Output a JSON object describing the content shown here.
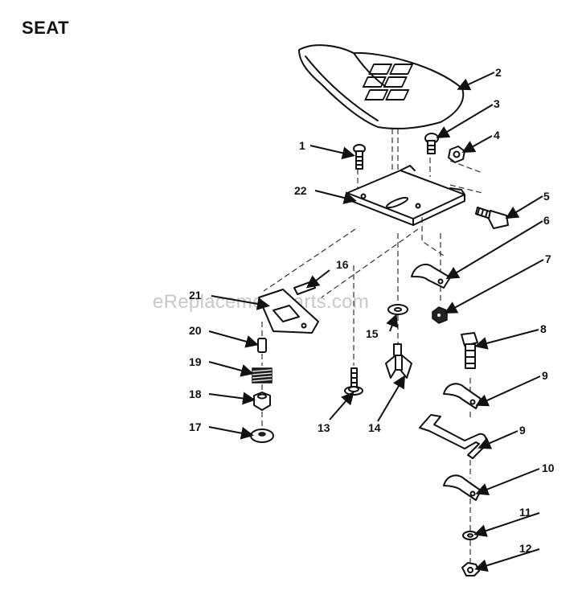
{
  "title": "SEAT",
  "watermark": "eReplacementParts.com",
  "callouts": [
    {
      "id": "c1",
      "label": "1"
    },
    {
      "id": "c2",
      "label": "2"
    },
    {
      "id": "c3",
      "label": "3"
    },
    {
      "id": "c4",
      "label": "4"
    },
    {
      "id": "c5",
      "label": "5"
    },
    {
      "id": "c6",
      "label": "6"
    },
    {
      "id": "c7",
      "label": "7"
    },
    {
      "id": "c8",
      "label": "8"
    },
    {
      "id": "c9a",
      "label": "9"
    },
    {
      "id": "c9b",
      "label": "9"
    },
    {
      "id": "c10",
      "label": "10"
    },
    {
      "id": "c11",
      "label": "11"
    },
    {
      "id": "c12",
      "label": "12"
    },
    {
      "id": "c13",
      "label": "13"
    },
    {
      "id": "c14",
      "label": "14"
    },
    {
      "id": "c15",
      "label": "15"
    },
    {
      "id": "c16",
      "label": "16"
    },
    {
      "id": "c17",
      "label": "17"
    },
    {
      "id": "c18",
      "label": "18"
    },
    {
      "id": "c19",
      "label": "19"
    },
    {
      "id": "c20",
      "label": "20"
    },
    {
      "id": "c21",
      "label": "21"
    },
    {
      "id": "c22",
      "label": "22"
    }
  ]
}
